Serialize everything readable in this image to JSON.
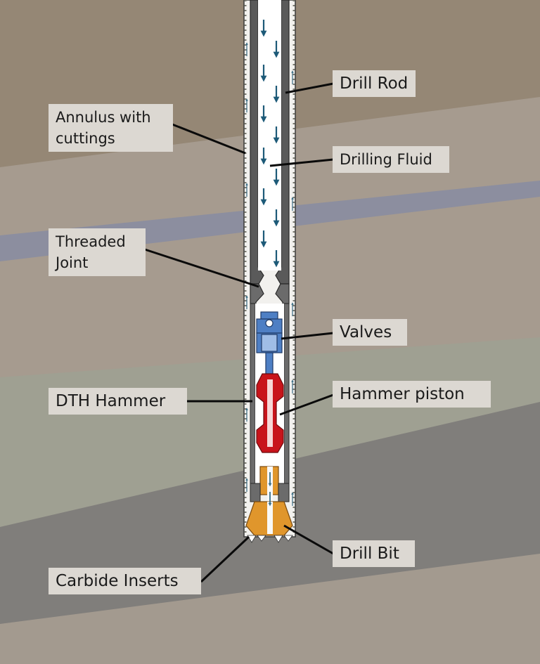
{
  "labels": {
    "drill_rod": "Drill Rod",
    "annulus": "Annulus with\ncuttings",
    "drilling_fluid": "Drilling Fluid",
    "threaded_joint": "Threaded\nJoint",
    "valves": "Valves",
    "dth_hammer": "DTH Hammer",
    "hammer_piston": "Hammer piston",
    "drill_bit": "Drill Bit",
    "carbide_inserts": "Carbide Inserts"
  },
  "colors": {
    "top_rock": "#958775",
    "mid_rock": "#a69b8f",
    "blue_band": "#8c8e9f",
    "green_rock": "#9fa092",
    "dark_rock": "#807e7b",
    "bottom_rock": "#a39a8f",
    "rod_steel": "#5a5a5a",
    "valve_blue": "#4e7fc4",
    "piston_red": "#c8141b",
    "bit_orange": "#e0962c",
    "fluid_arrow": "#1d5a78",
    "label_bg": "#dcd8d2"
  }
}
